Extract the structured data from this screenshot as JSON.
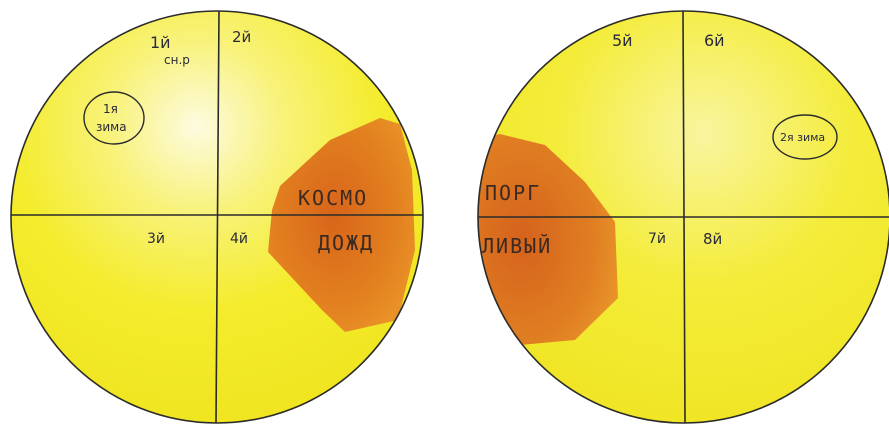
{
  "left_circle": {
    "quadrant_labels": {
      "q1": "1й",
      "q1_sub": "сн.р",
      "q2": "2й",
      "q3": "3й",
      "q4": "4й"
    },
    "hemisphere_badge": {
      "line1": "1я",
      "line2": "зима"
    },
    "region": {
      "line1": "КОСМО",
      "line2": "ДОЖД"
    }
  },
  "right_circle": {
    "quadrant_labels": {
      "q5": "5й",
      "q6": "6й",
      "q7": "7й",
      "q8": "8й"
    },
    "hemisphere_badge": {
      "line1": "2я зима"
    },
    "region": {
      "line1": "ПОРГ",
      "line2": "ЛИВЫЙ"
    }
  },
  "colors": {
    "disc_fill": "#f5ee2a",
    "disc_highlight": "#fbf9d2",
    "region_fill": "#e58a22",
    "region_core": "#d96a1c",
    "outline": "#2b2b2b"
  }
}
